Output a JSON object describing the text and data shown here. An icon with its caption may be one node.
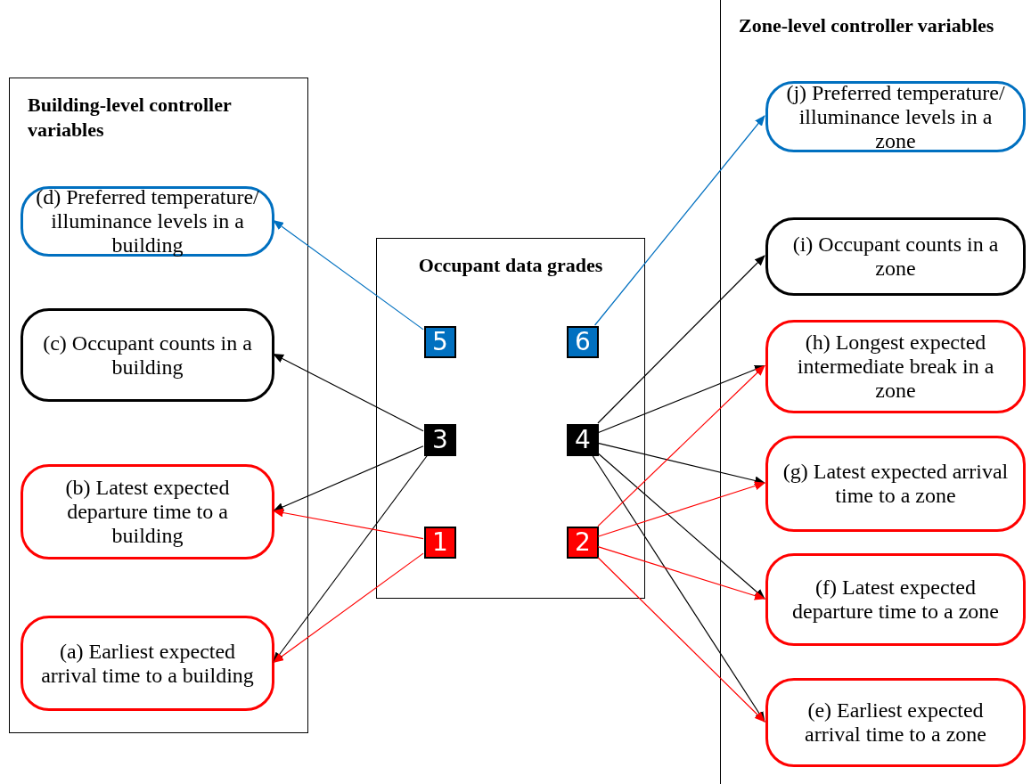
{
  "diagram": {
    "nodes": [
      {
        "text": [
          "Building-level controller variables"
        ]
      },
      {
        "text": [
          "(d) Preferred temperature/ illuminance levels in a building"
        ],
        "in": 0
      },
      {
        "text": [
          "(c) Occupant counts in a building"
        ],
        "in": 0
      },
      {
        "text": [
          "(b) Latest expected departure time to a building"
        ],
        "in": 0
      },
      {
        "text": [
          "(a) Earliest expected arrival time to a building"
        ],
        "in": 0
      },
      {
        "text": [
          "Occupant data grades"
        ]
      },
      {
        "text": [
          "5"
        ],
        "in": 5
      },
      {
        "text": [
          "6"
        ],
        "in": 5
      },
      {
        "text": [
          "3"
        ],
        "in": 5
      },
      {
        "text": [
          "4"
        ],
        "in": 5
      },
      {
        "text": [
          "1"
        ],
        "in": 5
      },
      {
        "text": [
          "2"
        ],
        "in": 5
      },
      {
        "text": [
          "Zone-level controller variables"
        ]
      },
      {
        "text": [
          "(j) Preferred temperature/ illuminance levels in a zone"
        ],
        "in": 12
      },
      {
        "text": [
          "(i) Occupant counts in a zone"
        ],
        "in": 12
      },
      {
        "text": [
          "(h) Longest expected intermediate break in a zone"
        ],
        "in": 12
      },
      {
        "text": [
          "(g) Latest expected arrival time to a zone"
        ],
        "in": 12
      },
      {
        "text": [
          "(f) Latest expected departure time to a zone"
        ],
        "in": 12
      },
      {
        "text": [
          "(e) Earliest expected arrival time to a zone"
        ],
        "in": 12
      }
    ],
    "edges": [
      {
        "from": 6,
        "to": 1,
        "arrow": "to",
        "color": "#0070c0"
      },
      {
        "from": 7,
        "to": 13,
        "arrow": "to",
        "color": "#0070c0"
      },
      {
        "from": 8,
        "to": 2,
        "arrow": "to"
      },
      {
        "from": 8,
        "to": 3,
        "arrow": "to"
      },
      {
        "from": 8,
        "to": 4,
        "arrow": "to"
      },
      {
        "from": 10,
        "to": 3,
        "arrow": "to",
        "color": "#ff0000"
      },
      {
        "from": 10,
        "to": 4,
        "arrow": "to",
        "color": "#ff0000"
      },
      {
        "from": 9,
        "to": 14,
        "arrow": "to"
      },
      {
        "from": 9,
        "to": 15,
        "arrow": "to"
      },
      {
        "from": 9,
        "to": 16,
        "arrow": "to"
      },
      {
        "from": 9,
        "to": 17,
        "arrow": "to"
      },
      {
        "from": 9,
        "to": 18,
        "arrow": "to"
      },
      {
        "from": 11,
        "to": 15,
        "arrow": "to",
        "color": "#ff0000"
      },
      {
        "from": 11,
        "to": 16,
        "arrow": "to",
        "color": "#ff0000"
      },
      {
        "from": 11,
        "to": 17,
        "arrow": "to",
        "color": "#ff0000"
      },
      {
        "from": 11,
        "to": 18,
        "arrow": "to",
        "color": "#ff0000"
      }
    ]
  }
}
